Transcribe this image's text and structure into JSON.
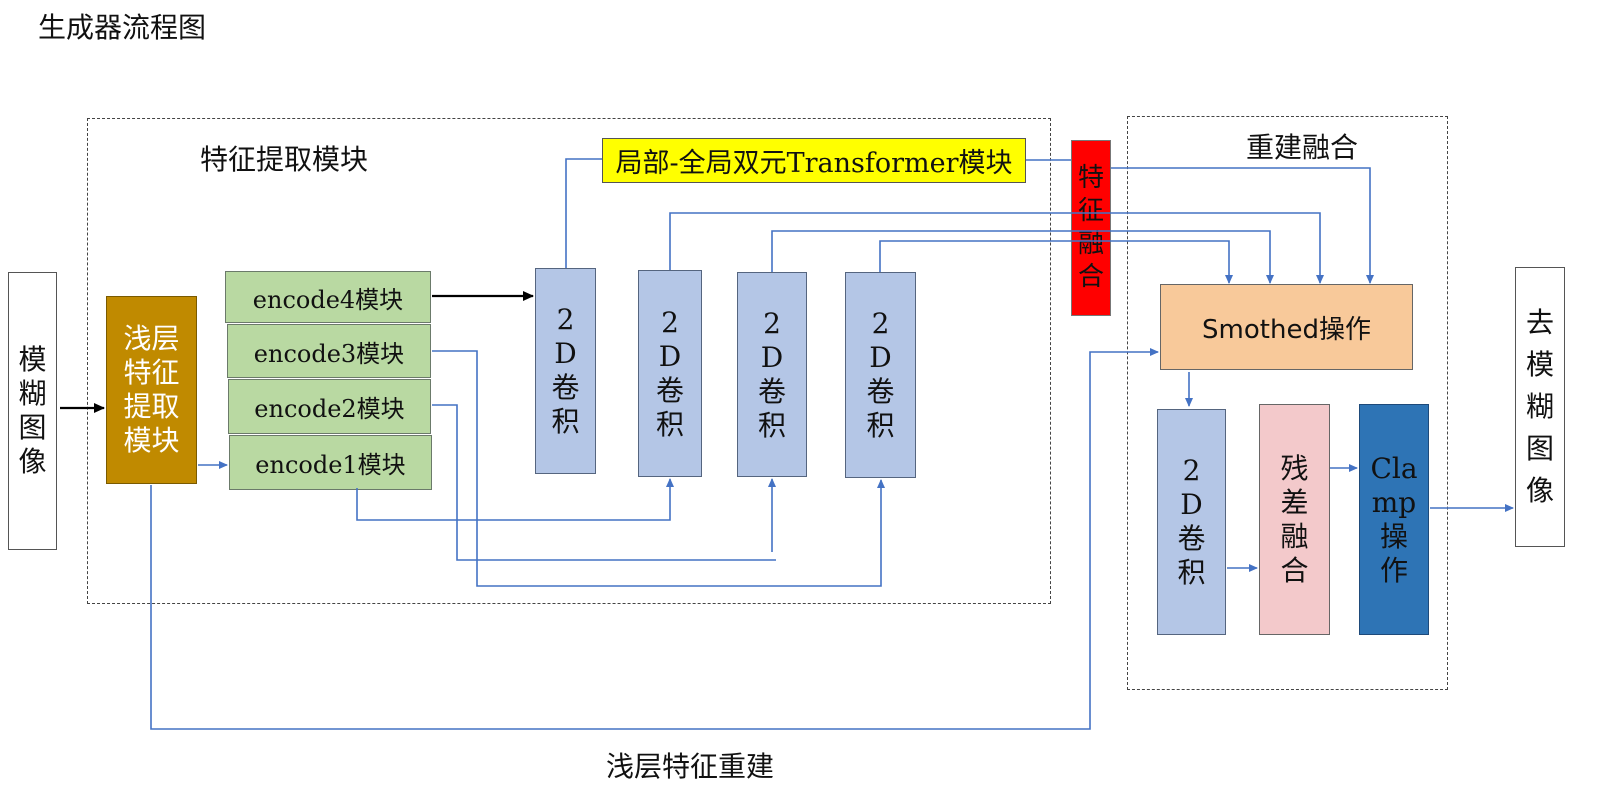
{
  "title": "生成器流程图",
  "regions": {
    "feature_extraction": "特征提取模块",
    "reconstruction_fusion": "重建融合",
    "shallow_reconstruction": "浅层特征重建"
  },
  "nodes": {
    "input": "模\n糊\n图\n像",
    "shallow": "浅层\n特征\n提取\n模块",
    "encode4": "encode4模块",
    "encode3": "encode3模块",
    "encode2": "encode2模块",
    "encode1": "encode1模块",
    "conv_a": "2\nD\n卷\n积",
    "conv_b": "2\nD\n卷\n积",
    "conv_c": "2\nD\n卷\n积",
    "conv_d": "2\nD\n卷\n积",
    "transformer": "局部-全局双元Transformer模块",
    "feature_fusion": "特\n征\n融\n合",
    "smoothed": "Smothed操作",
    "conv_out": "2\nD\n卷\n积",
    "residual": "残\n差\n融\n合",
    "clamp": "Cla\nmp\n操\n作",
    "output": "去\n模\n糊\n图\n像"
  },
  "colors": {
    "shallow": "#c08a00",
    "encode": "#b9d9a2",
    "conv": "#b4c6e6",
    "transformer": "#ffff00",
    "feature_fusion": "#ff0000",
    "smoothed": "#f8c99a",
    "residual": "#f3c9cb",
    "clamp": "#2e74b5",
    "arrow": "#4472c4"
  }
}
